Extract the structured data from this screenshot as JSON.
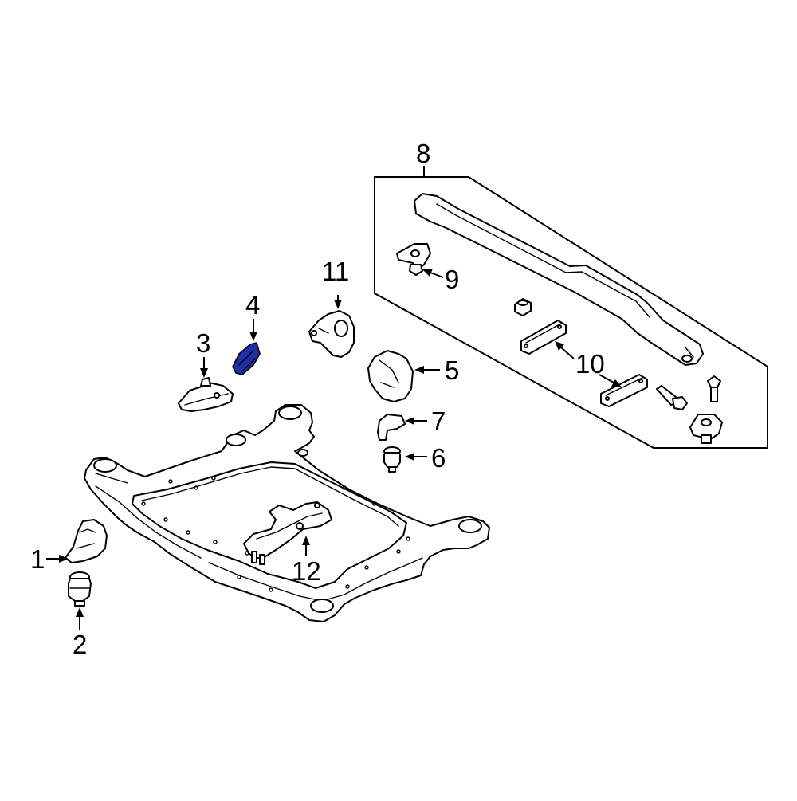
{
  "callouts": {
    "c1": "1",
    "c2": "2",
    "c3": "3",
    "c4": "4",
    "c5": "5",
    "c6": "6",
    "c7": "7",
    "c8": "8",
    "c9": "9",
    "c10": "10",
    "c11": "11",
    "c12": "12"
  },
  "highlight_color": "#1f2fa6",
  "highlighted_part": "4"
}
